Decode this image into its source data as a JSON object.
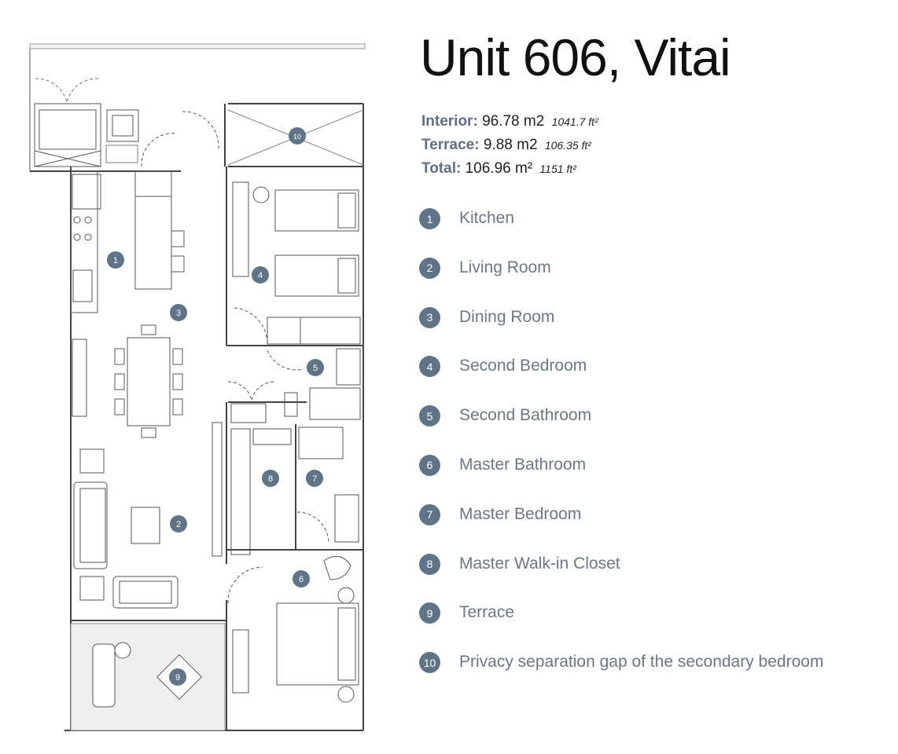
{
  "title": "Unit 606, Vitai",
  "areas": [
    {
      "label": "Interior:",
      "metric": "96.78 m2",
      "imperial": "1041.7 ft²"
    },
    {
      "label": "Terrace:",
      "metric": "9.88 m2",
      "imperial": "106.35 ft²"
    },
    {
      "label": "Total:",
      "metric": "106.96 m²",
      "imperial": "1151 ft²"
    }
  ],
  "legend": [
    {
      "number": "1",
      "label": "Kitchen"
    },
    {
      "number": "2",
      "label": "Living Room"
    },
    {
      "number": "3",
      "label": "Dining Room"
    },
    {
      "number": "4",
      "label": "Second Bedroom"
    },
    {
      "number": "5",
      "label": "Second Bathroom"
    },
    {
      "number": "6",
      "label": "Master Bathroom"
    },
    {
      "number": "7",
      "label": "Master Bedroom"
    },
    {
      "number": "8",
      "label": "Master Walk-in Closet"
    },
    {
      "number": "9",
      "label": "Terrace"
    },
    {
      "number": "10",
      "label": "Privacy separation gap of the secondary bedroom"
    }
  ],
  "plan_markers": [
    "1",
    "2",
    "3",
    "4",
    "5",
    "6",
    "7",
    "8",
    "9",
    "10"
  ],
  "colors": {
    "badge": "#5f7486",
    "label_text": "#6b7985",
    "area_label": "#5e7082",
    "walls": "#555555"
  }
}
